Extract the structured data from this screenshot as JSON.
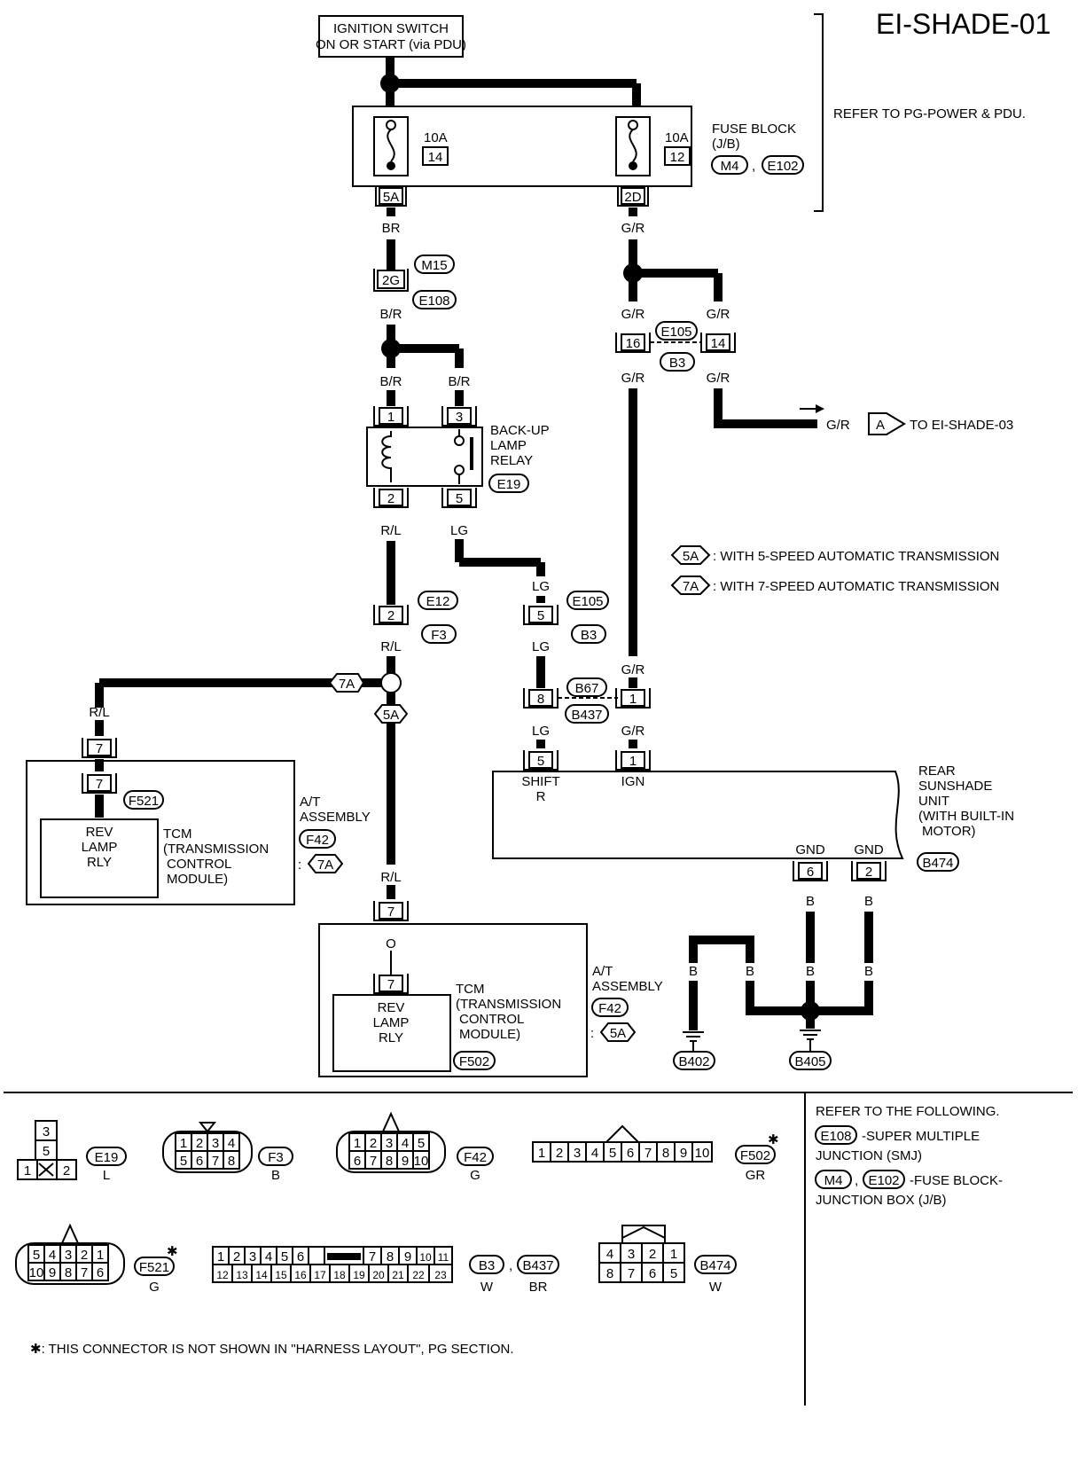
{
  "title": "EI-SHADE-01",
  "ignition": {
    "line1": "IGNITION SWITCH",
    "line2": "ON OR START (via PDU)"
  },
  "refer_power": "REFER TO PG-POWER & PDU.",
  "fuse_block": {
    "label1": "FUSE BLOCK",
    "label2": "(J/B)",
    "conn1": "M4",
    "conn2": "E102",
    "comma": ",",
    "fuse_left": {
      "amp": "10A",
      "num": "14",
      "pin": "5A"
    },
    "fuse_right": {
      "amp": "10A",
      "num": "12",
      "pin": "2D"
    }
  },
  "wires": {
    "br": "BR",
    "gr": "G/R",
    "b_r": "B/R",
    "r_l": "R/L",
    "lg": "LG",
    "b": "B",
    "o": "O"
  },
  "connectors": {
    "m15": "M15",
    "e108": "E108",
    "pin_2g": "2G",
    "e105": "E105",
    "b3": "B3",
    "pin16": "16",
    "pin14": "14",
    "e12": "E12",
    "f3": "F3",
    "pin2": "2",
    "e105b": "E105",
    "b3b": "B3",
    "pin5": "5",
    "b67": "B67",
    "b437": "B437",
    "pin8": "8",
    "pin1": "1",
    "f521": "F521",
    "f42": "F42",
    "f502": "F502",
    "b474": "B474",
    "b402": "B402",
    "b405": "B405",
    "pin7": "7",
    "pin6": "6"
  },
  "relay": {
    "line1": "BACK-UP",
    "line2": "LAMP",
    "line3": "RELAY",
    "conn": "E19",
    "p1": "1",
    "p2": "2",
    "p3": "3",
    "p5": "5"
  },
  "to_shade03": {
    "wire": "G/R",
    "letter": "A",
    "text": "TO EI-SHADE-03"
  },
  "legend": {
    "t5a": "5A",
    "d5a": ": WITH 5-SPEED AUTOMATIC TRANSMISSION",
    "t7a": "7A",
    "d7a": ": WITH 7-SPEED AUTOMATIC TRANSMISSION"
  },
  "sunshade": {
    "l1": "REAR",
    "l2": "SUNSHADE",
    "l3": "UNIT",
    "l4": "(WITH BUILT-IN",
    "l5": "MOTOR)",
    "shift": "SHIFT",
    "r": "R",
    "ign": "IGN",
    "gnd": "GND"
  },
  "tcm": {
    "rev1": "REV",
    "rev2": "LAMP",
    "rev3": "RLY",
    "t1": "TCM",
    "t2": "(TRANSMISSION",
    "t3": "CONTROL",
    "t4": "MODULE)",
    "at1": "A/T",
    "at2": "ASSEMBLY",
    "colon": ":"
  },
  "refer_following": {
    "l1": "REFER TO THE FOLLOWING.",
    "e108": "E108",
    "e108_txt": "-SUPER MULTIPLE",
    "e108_txt2": "JUNCTION (SMJ)",
    "m4": "M4",
    "e102": "E102",
    "fb_txt": "-FUSE BLOCK-",
    "fb_txt2": "JUNCTION BOX (J/B)"
  },
  "footnote": "✱: THIS CONNECTOR IS NOT SHOWN IN \"HARNESS LAYOUT\", PG SECTION.",
  "face": {
    "e19": "E19",
    "e19c": "L",
    "f3": "F3",
    "f3c": "B",
    "f42": "F42",
    "f42c": "G",
    "f502": "F502",
    "f502c": "GR",
    "f521": "F521",
    "f521c": "G",
    "b3": "B3",
    "b3c": "W",
    "b437": "B437",
    "b437c": "BR",
    "b474": "B474",
    "b474c": "W",
    "star": "✱"
  }
}
